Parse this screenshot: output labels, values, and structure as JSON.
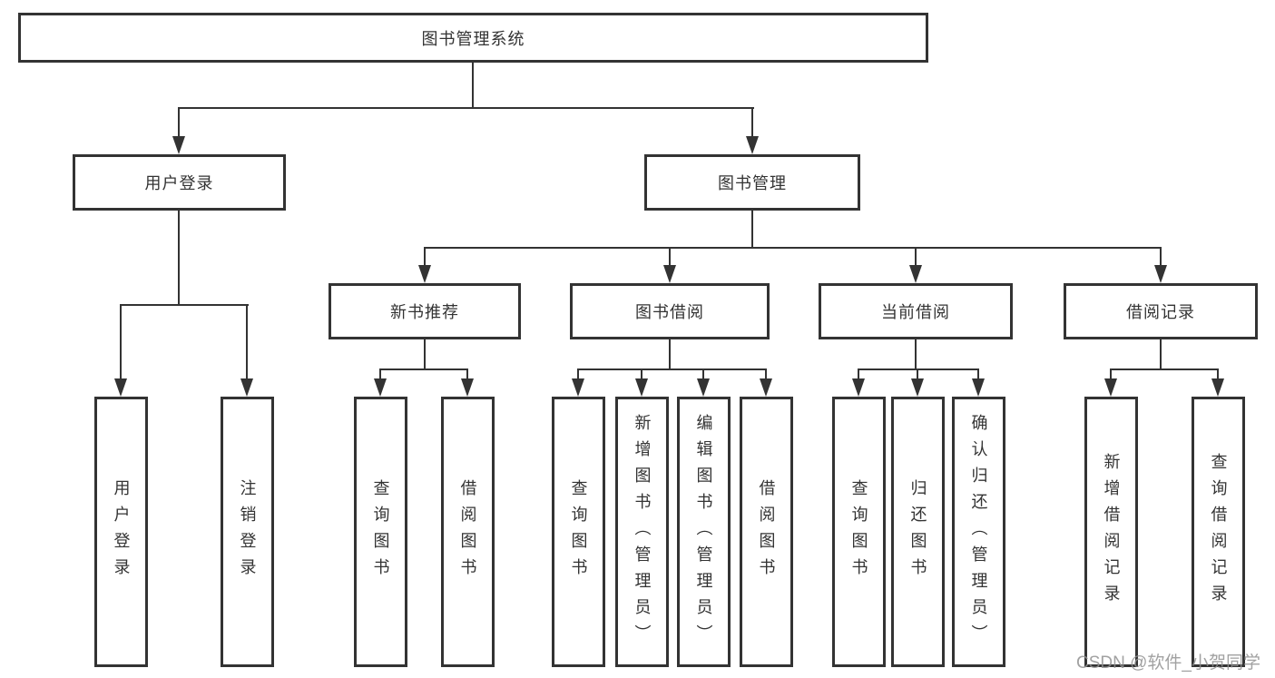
{
  "tree": {
    "label": "图书管理系统",
    "children": [
      {
        "label": "用户登录",
        "children": [
          {
            "label": "用户登录"
          },
          {
            "label": "注销登录"
          }
        ]
      },
      {
        "label": "图书管理",
        "children": [
          {
            "label": "新书推荐",
            "children": [
              {
                "label": "查询图书"
              },
              {
                "label": "借阅图书"
              }
            ]
          },
          {
            "label": "图书借阅",
            "children": [
              {
                "label": "查询图书"
              },
              {
                "label": "新增图书（管理员）"
              },
              {
                "label": "编辑图书（管理员）"
              },
              {
                "label": "借阅图书"
              }
            ]
          },
          {
            "label": "当前借阅",
            "children": [
              {
                "label": "查询图书"
              },
              {
                "label": "归还图书"
              },
              {
                "label": "确认归还（管理员）"
              }
            ]
          },
          {
            "label": "借阅记录",
            "children": [
              {
                "label": "新增借阅记录"
              },
              {
                "label": "查询借阅记录"
              }
            ]
          }
        ]
      }
    ]
  },
  "watermark": {
    "text": "CSDN @软件_小贺同学"
  },
  "colors": {
    "line": "#333333",
    "box_border": "#333333",
    "text": "#333333",
    "watermark": "#919191",
    "background": "#ffffff"
  }
}
